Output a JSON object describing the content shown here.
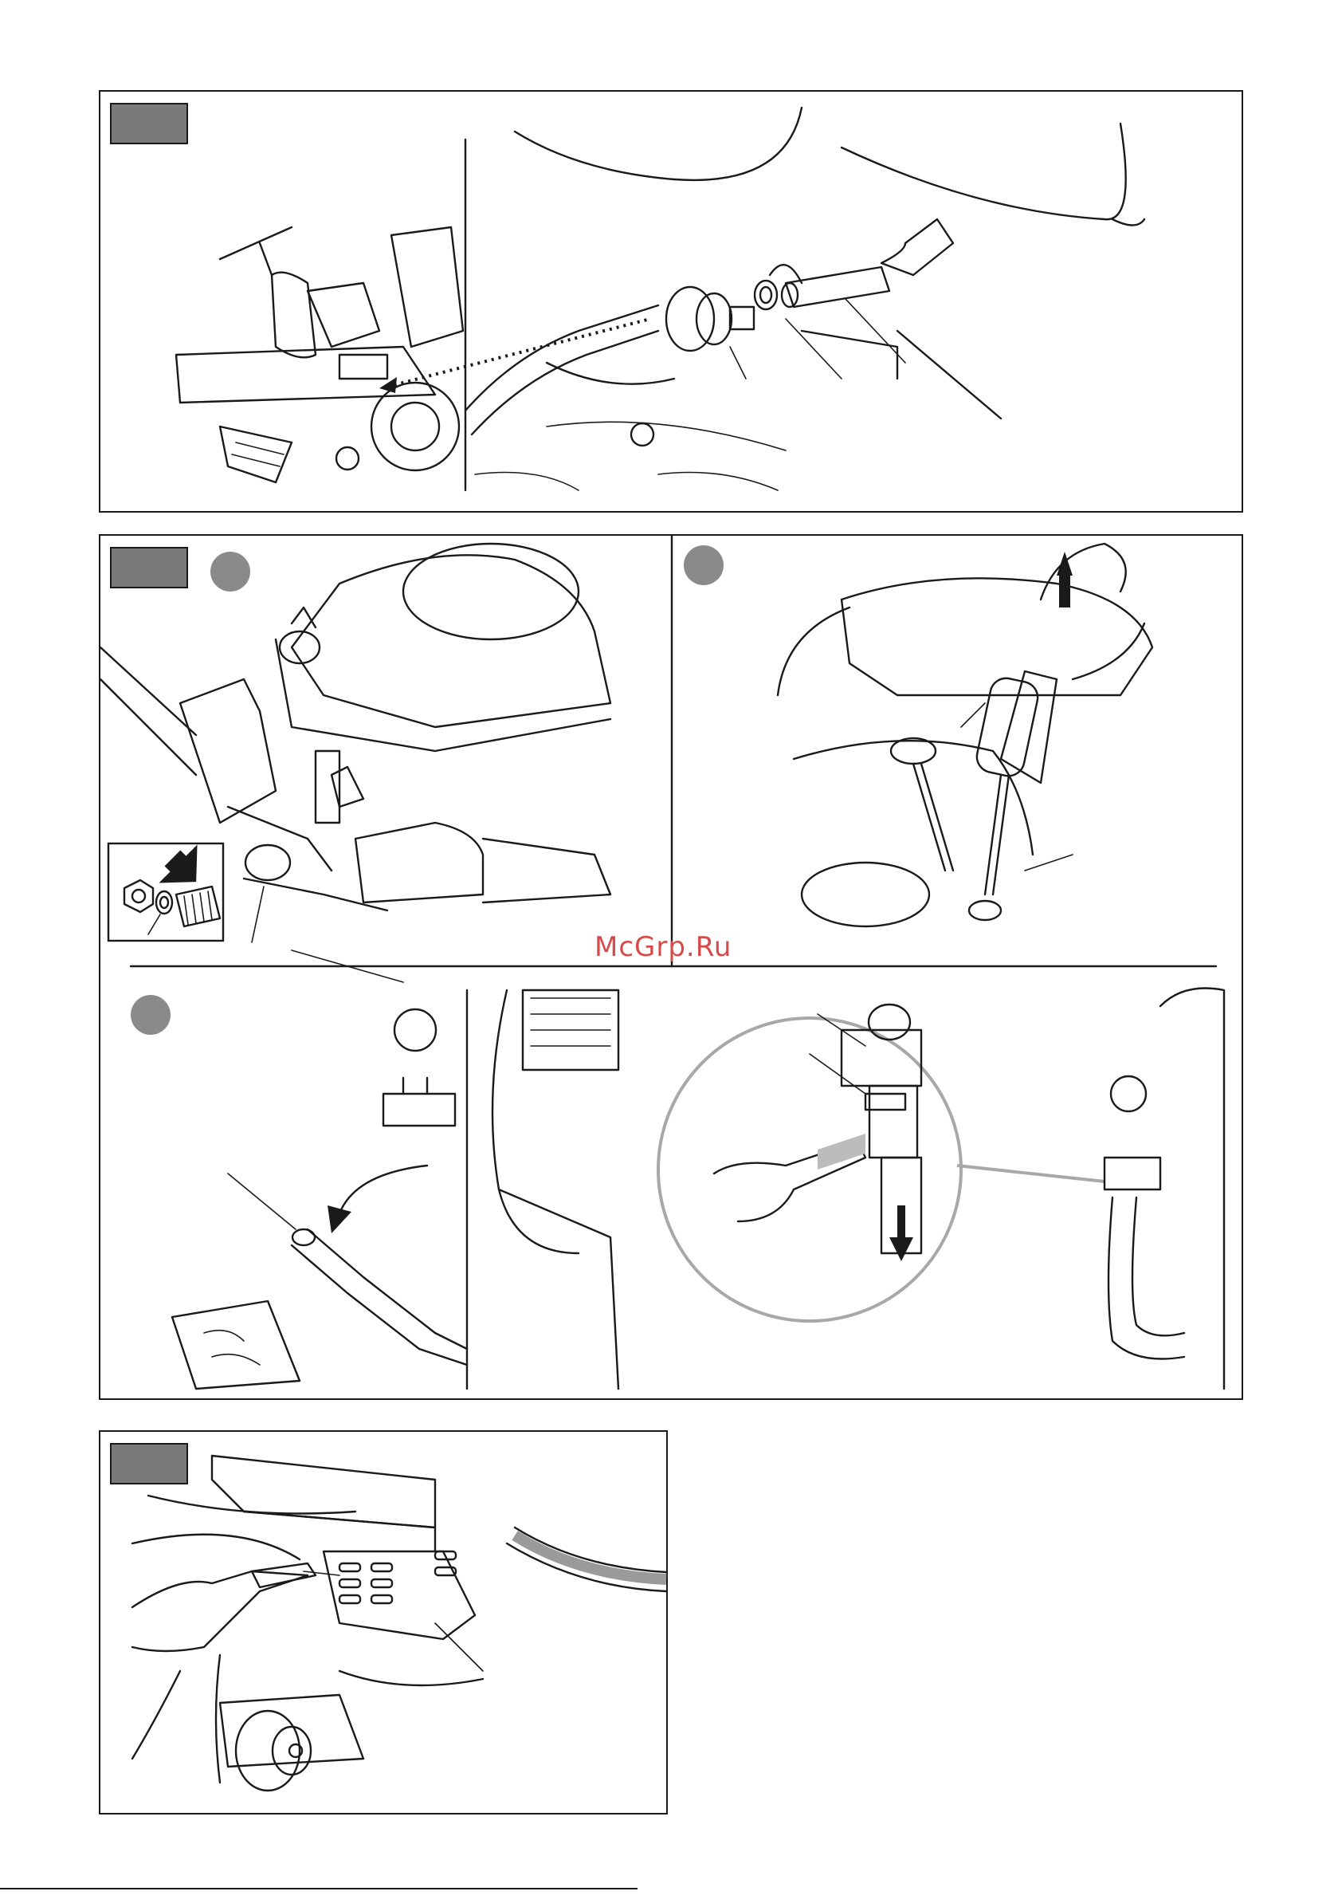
{
  "watermark": "McGrp.Ru",
  "figures": [
    {
      "id": "fig-1",
      "kind": "fuel-filter-replacement"
    },
    {
      "id": "fig-2",
      "kind": "oil-change",
      "steps": [
        "step-a",
        "step-b",
        "step-c"
      ]
    },
    {
      "id": "fig-3",
      "kind": "engine-cleaning-compressed-air"
    }
  ],
  "icons": {
    "arrow_block": "block-arrow-icon",
    "arrow_up": "up-arrow-icon",
    "arrow_down": "down-arrow-icon",
    "arrow_curved": "curved-arrow-icon",
    "oil_symbol": "oil-can-icon"
  },
  "colors": {
    "label_tag": "#7a7a7a",
    "step_circle": "#8a8a8a",
    "watermark": "#d64a4a",
    "line": "#1a1a1a"
  }
}
